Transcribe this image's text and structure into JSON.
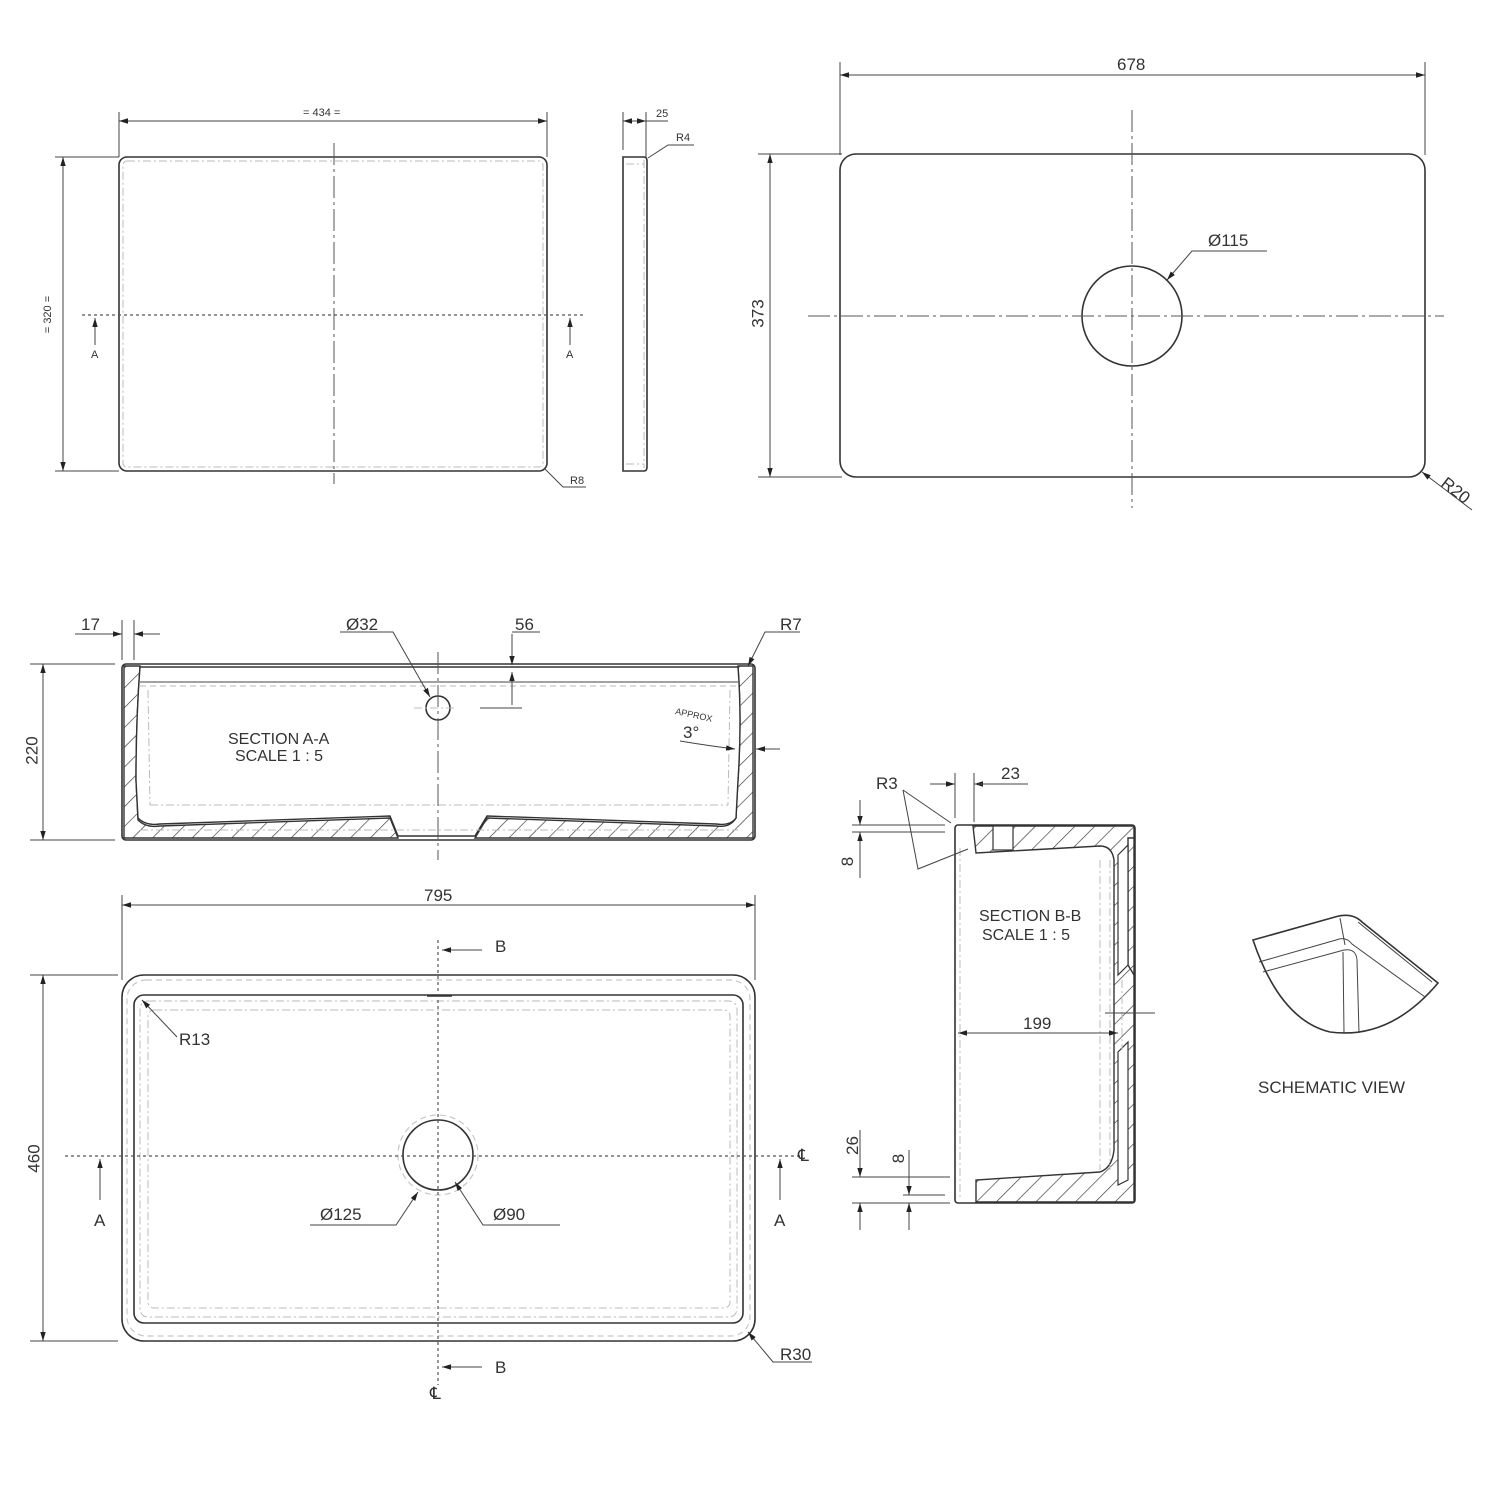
{
  "views": {
    "insert_top": {
      "width_dim": "= 434 =",
      "height_dim": "= 320 =",
      "section_marker_left": "A",
      "section_marker_right": "A",
      "corner_radius": "R8"
    },
    "insert_side": {
      "thickness_dim": "25",
      "corner_radius": "R4"
    },
    "board_top": {
      "width_dim": "678",
      "height_dim": "373",
      "hole_dia": "Ø115",
      "corner_radius": "R20"
    },
    "section_aa": {
      "title": "SECTION A-A",
      "scale": "SCALE 1 : 5",
      "wall_dim": "17",
      "overflow_dia": "Ø32",
      "overflow_depth": "56",
      "lip_radius": "R7",
      "height_dim": "220",
      "draft_label": "APPROX",
      "draft_angle": "3°"
    },
    "sink_plan": {
      "width_dim": "795",
      "height_dim": "460",
      "inner_radius": "R13",
      "outer_radius": "R30",
      "waste_outer_dia": "Ø125",
      "waste_inner_dia": "Ø90",
      "section_b_top": "B",
      "section_b_bottom": "B",
      "section_a_left": "A",
      "section_a_right": "A",
      "centerline_right": "℄",
      "centerline_bottom": "℄"
    },
    "section_bb": {
      "title": "SECTION B-B",
      "scale": "SCALE 1 : 5",
      "radius": "R3",
      "rim_dim": "23",
      "top_step_dim": "8",
      "inner_width_dim": "199",
      "base_dim": "26",
      "bottom_step_dim": "8"
    },
    "schematic": {
      "title": "SCHEMATIC VIEW"
    }
  }
}
